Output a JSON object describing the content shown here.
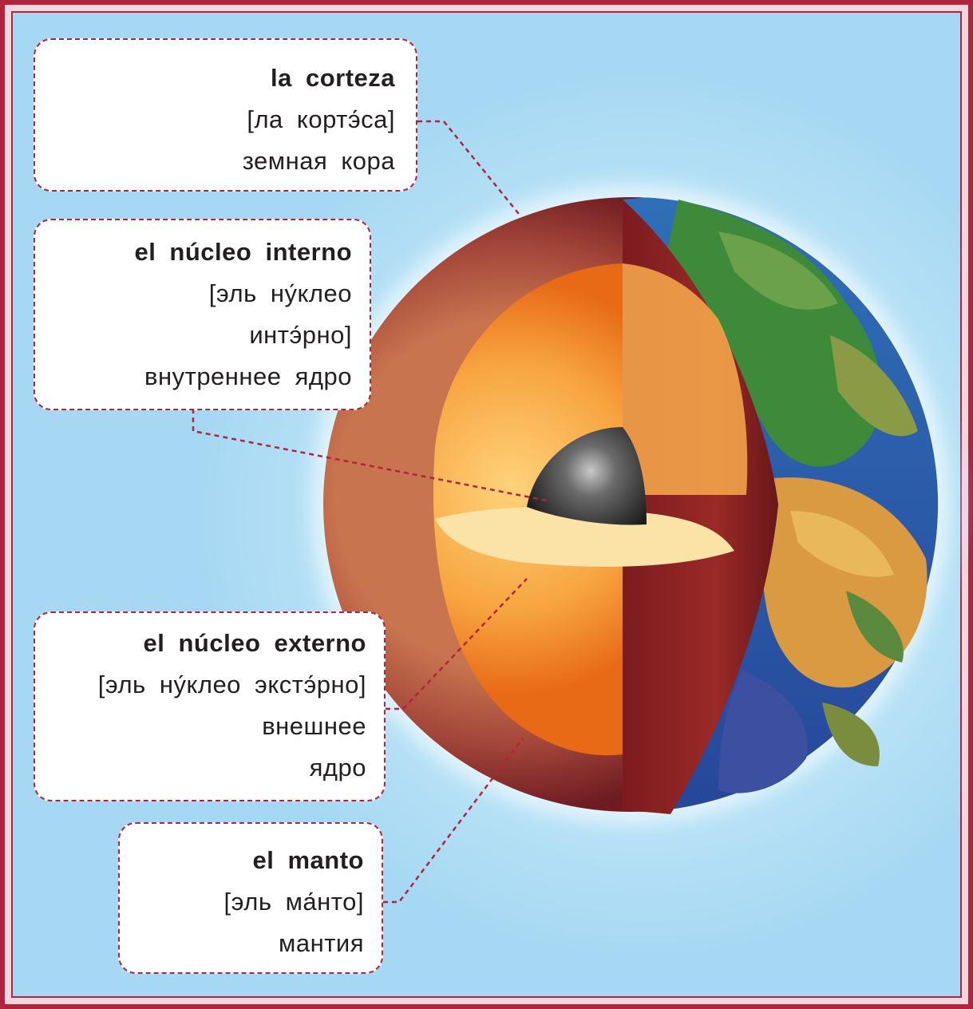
{
  "labels": {
    "crust": {
      "term": "la corteza",
      "pronunciation": "[ла кортэ́са]",
      "translation": "земная кора"
    },
    "inner_core": {
      "term": "el núcleo interno",
      "pronunciation_1": "[эль ну́клео",
      "pronunciation_2": "интэ́рно]",
      "translation": "внутреннее ядро"
    },
    "outer_core": {
      "term": "el núcleo externo",
      "pronunciation": "[эль ну́клео экстэ́рно]",
      "translation_1": "внешнее",
      "translation_2": "ядро"
    },
    "mantle": {
      "term": "el manto",
      "pronunciation": "[эль ма́нто]",
      "translation": "мантия"
    }
  },
  "colors": {
    "frame": "#b0243f",
    "sky": "#a6d8f3",
    "mantle": "#8a1f24",
    "outer_core": "#f28a1e",
    "inner_core": "#2b2b2b",
    "ocean": "#2f5aa8",
    "land": "#3f8a3a"
  }
}
